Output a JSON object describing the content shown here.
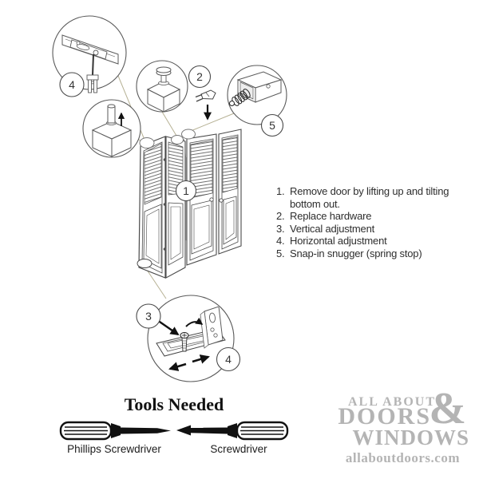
{
  "diagram": {
    "callouts": {
      "one": "1",
      "two": "2",
      "three": "3",
      "four_top": "4",
      "four_bottom": "4",
      "five": "5"
    }
  },
  "instructions": {
    "items": [
      {
        "num": "1.",
        "text": "Remove door by lifting up and tilting bottom out."
      },
      {
        "num": "2.",
        "text": "Replace hardware"
      },
      {
        "num": "3.",
        "text": "Vertical adjustment"
      },
      {
        "num": "4.",
        "text": "Horizontal adjustment"
      },
      {
        "num": "5.",
        "text": "Snap-in snugger (spring stop)"
      }
    ]
  },
  "tools": {
    "heading": "Tools Needed",
    "items": [
      {
        "label": "Phillips Screwdriver"
      },
      {
        "label": "Screwdriver"
      }
    ]
  },
  "watermark": {
    "line1": "ALL ABOUT",
    "ampersand": "&",
    "line2": "DOORS",
    "line3": "WINDOWS",
    "url": "allaboutdoors.com"
  },
  "colors": {
    "line_art": "#4a4a4a",
    "leader_line": "#b6b194",
    "watermark_gray": "#b4b4b4",
    "arrow_black": "#111111"
  }
}
